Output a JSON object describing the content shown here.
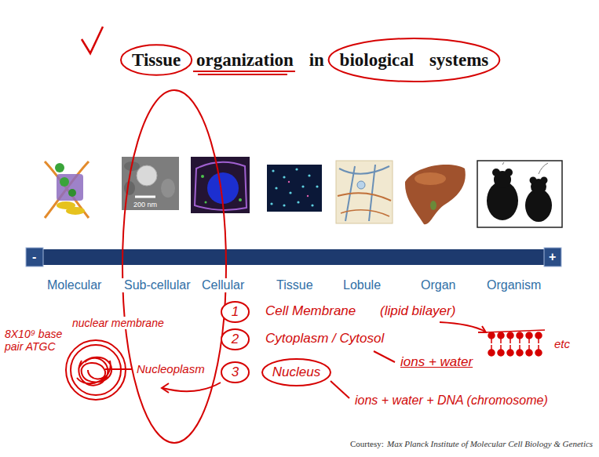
{
  "diagram": {
    "title": "Tissue organization in biological systems",
    "nodes": [
      {
        "text": [
          "1"
        ]
      },
      {
        "text": [
          "2"
        ]
      },
      {
        "text": [
          "3"
        ]
      },
      {
        "text": [
          "Nucleus"
        ]
      }
    ],
    "labels": [
      "-",
      "+",
      "Molecular",
      "Sub-cellular",
      "Cellular",
      "Tissue",
      "Lobule",
      "Organ",
      "Organism",
      "200 nm",
      "8X10⁹ base pair ATGC",
      "nuclear membrane",
      "Nucleoplasm",
      "Cell Membrane",
      "(lipid bilayer)",
      "Cytoplasm / Cytosol",
      "ions + water",
      "ions + water + DNA (chromosome)",
      "etc",
      "Courtesy:",
      "Max Planck Institute of Molecular Cell Biology & Genetics"
    ]
  }
}
